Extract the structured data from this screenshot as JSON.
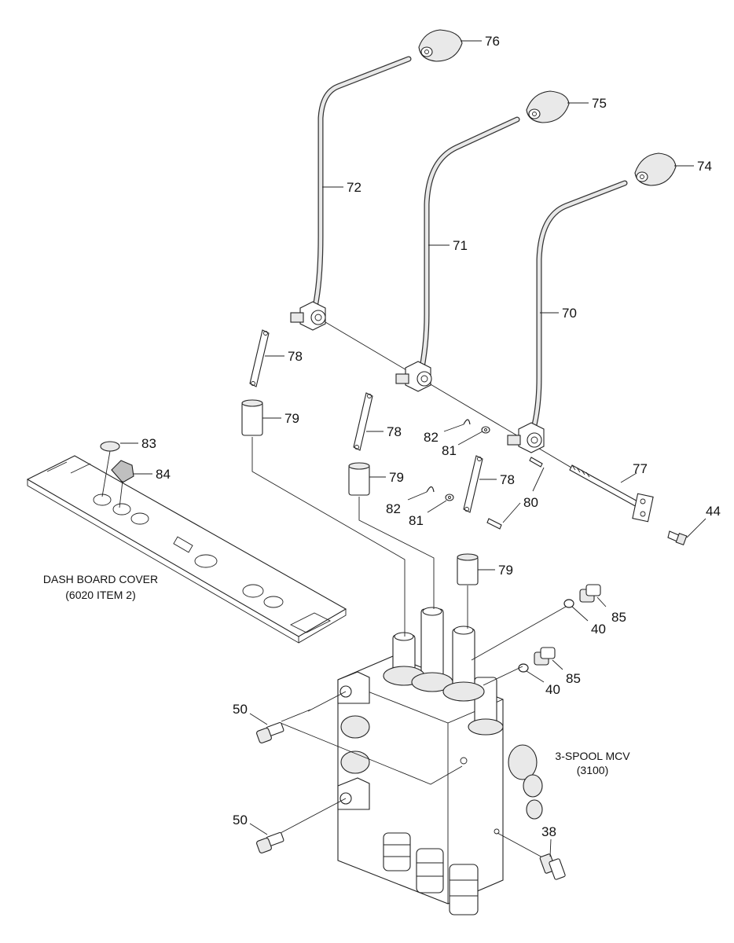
{
  "part_labels": {
    "p76": "76",
    "p75": "75",
    "p74": "74",
    "p72": "72",
    "p71": "71",
    "p70": "70",
    "p78a": "78",
    "p78b": "78",
    "p78c": "78",
    "p79a": "79",
    "p79b": "79",
    "p79c": "79",
    "p82a": "82",
    "p81a": "81",
    "p82b": "82",
    "p81b": "81",
    "p80": "80",
    "p77": "77",
    "p44": "44",
    "p83": "83",
    "p84": "84",
    "p40a": "40",
    "p85a": "85",
    "p40b": "40",
    "p85b": "85",
    "p50a": "50",
    "p50b": "50",
    "p38": "38"
  },
  "notes": {
    "dash_board_line1": "DASH BOARD COVER",
    "dash_board_line2": "(6020 ITEM 2)",
    "mcv_line1": "3-SPOOL MCV",
    "mcv_line2": "(3100)"
  }
}
